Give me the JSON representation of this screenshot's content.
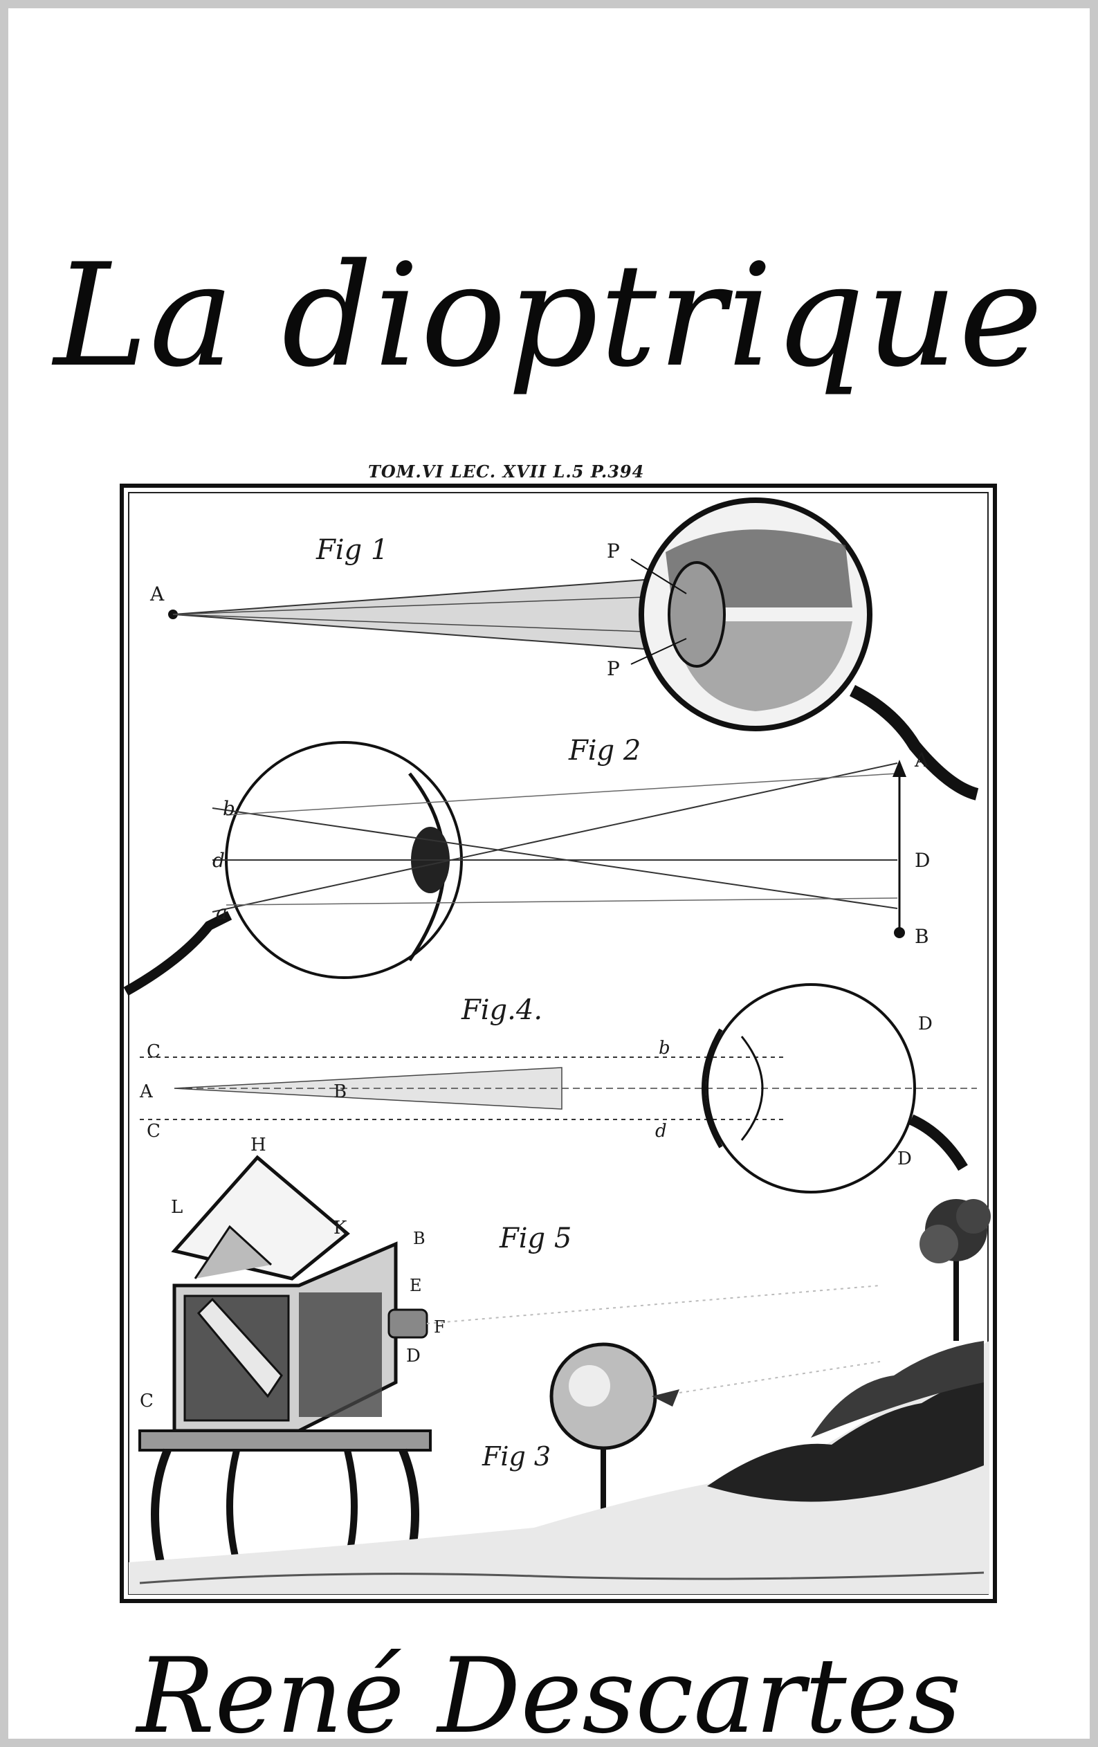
{
  "cover": {
    "title": "La dioptrique",
    "author": "René Descartes",
    "plate_caption": "TOM.VI LEC. XVII L.5 P.394"
  },
  "plate": {
    "figure_labels": [
      "Fig 1",
      "Fig 2",
      "Fig.4.",
      "Fig 5",
      "Fig 3"
    ],
    "fig1_points": [
      "A",
      "P",
      "P"
    ],
    "fig2_points": [
      "A",
      "D",
      "B",
      "b",
      "d",
      "a"
    ],
    "fig4_points": [
      "C",
      "A",
      "B",
      "C",
      "D",
      "D",
      "b",
      "d"
    ],
    "fig5_points": [
      "H",
      "L",
      "K",
      "B",
      "E",
      "F",
      "D",
      "C"
    ]
  },
  "colors": {
    "ink": "#0a0a0a",
    "frame": "#c8c8c8",
    "paper": "#ffffff"
  }
}
